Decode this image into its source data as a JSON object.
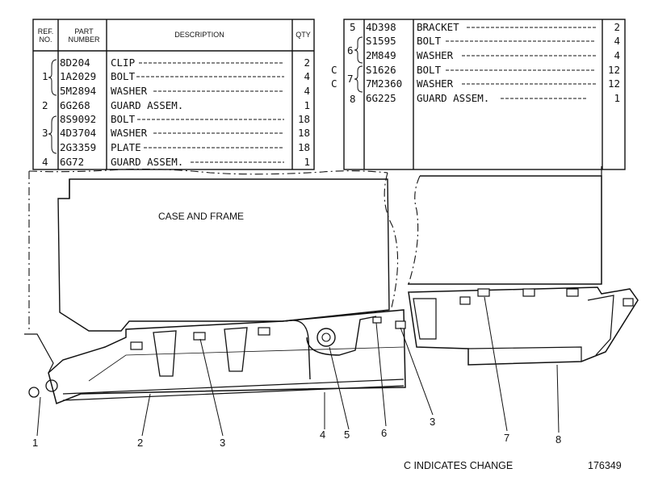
{
  "left_table": {
    "headers": {
      "ref_no": "REF. NO.",
      "part_number": "PART NUMBER",
      "description": "DESCRIPTION",
      "qty": "QTY"
    },
    "rows": [
      {
        "ref": "",
        "part": "8D204",
        "desc": "CLIP",
        "qty": "2"
      },
      {
        "ref": "1",
        "part": "1A2029",
        "desc": "BOLT",
        "qty": "4"
      },
      {
        "ref": "",
        "part": "5M2894",
        "desc": "WASHER",
        "qty": "4"
      },
      {
        "ref": "2",
        "part": "6G268",
        "desc": "GUARD ASSEM.",
        "qty": "1"
      },
      {
        "ref": "",
        "part": "8S9092",
        "desc": "BOLT",
        "qty": "18"
      },
      {
        "ref": "3",
        "part": "4D3704",
        "desc": "WASHER",
        "qty": "18"
      },
      {
        "ref": "",
        "part": "2G3359",
        "desc": "PLATE",
        "qty": "18"
      },
      {
        "ref": "4",
        "part": "6G72",
        "desc": "GUARD ASSEM.",
        "qty": "1"
      }
    ]
  },
  "right_table": {
    "rows": [
      {
        "change": "",
        "ref": "5",
        "part": "4D398",
        "desc": "BRACKET",
        "qty": "2"
      },
      {
        "change": "",
        "ref": "",
        "part": "S1595",
        "desc": "BOLT",
        "qty": "4"
      },
      {
        "change": "",
        "ref": "6",
        "part": "2M849",
        "desc": "WASHER",
        "qty": "4"
      },
      {
        "change": "C",
        "ref": "",
        "part": "S1626",
        "desc": "BOLT",
        "qty": "12"
      },
      {
        "change": "C",
        "ref": "7",
        "part": "7M2360",
        "desc": "WASHER",
        "qty": "12"
      },
      {
        "change": "",
        "ref": "8",
        "part": "6G225",
        "desc": "GUARD ASSEM.",
        "qty": "1"
      }
    ]
  },
  "diagram": {
    "case_label": "CASE AND FRAME",
    "callouts": [
      "1",
      "2",
      "3",
      "4",
      "5",
      "6",
      "3",
      "7",
      "8"
    ]
  },
  "footer": {
    "change_note": "C INDICATES CHANGE",
    "figure_number": "176349"
  }
}
